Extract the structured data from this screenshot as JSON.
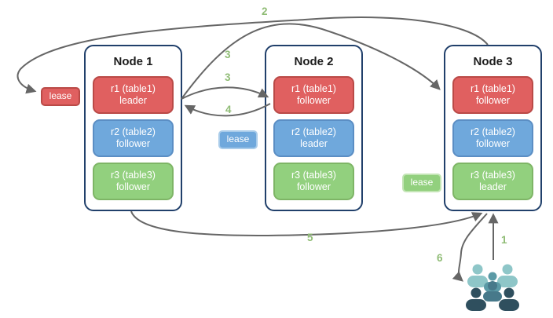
{
  "nodes": [
    {
      "title": "Node 1",
      "ranges": [
        {
          "name": "r1 (table1)",
          "role": "leader",
          "color": "red"
        },
        {
          "name": "r2 (table2)",
          "role": "follower",
          "color": "blue"
        },
        {
          "name": "r3 (table3)",
          "role": "follower",
          "color": "green"
        }
      ]
    },
    {
      "title": "Node 2",
      "ranges": [
        {
          "name": "r1 (table1)",
          "role": "follower",
          "color": "red"
        },
        {
          "name": "r2 (table2)",
          "role": "leader",
          "color": "blue"
        },
        {
          "name": "r3 (table3)",
          "role": "follower",
          "color": "green"
        }
      ]
    },
    {
      "title": "Node 3",
      "ranges": [
        {
          "name": "r1 (table1)",
          "role": "follower",
          "color": "red"
        },
        {
          "name": "r2 (table2)",
          "role": "follower",
          "color": "blue"
        },
        {
          "name": "r3 (table3)",
          "role": "leader",
          "color": "green"
        }
      ]
    }
  ],
  "leases": [
    {
      "label": "lease",
      "color": "red"
    },
    {
      "label": "lease",
      "color": "blue"
    },
    {
      "label": "lease",
      "color": "green"
    }
  ],
  "steps": {
    "s1": "1",
    "s2": "2",
    "s3a": "3",
    "s3b": "3",
    "s4": "4",
    "s5": "5",
    "s6": "6"
  },
  "icons": {
    "clients": "clients-group-icon"
  },
  "colors": {
    "range_red": "#e06060",
    "range_red_border": "#ba4a47",
    "range_blue": "#6fa8dc",
    "range_blue_border": "#5b8ec4",
    "range_green": "#92d07e",
    "range_green_border": "#7eb566",
    "node_border": "#21406b",
    "arrow": "#666666",
    "step_label": "#8fbc75",
    "client_light_teal": "#8ec6c8",
    "client_mid_teal": "#5b9aa6",
    "client_front_center": "#47798a",
    "client_dark_slate": "#2f4f5e"
  }
}
